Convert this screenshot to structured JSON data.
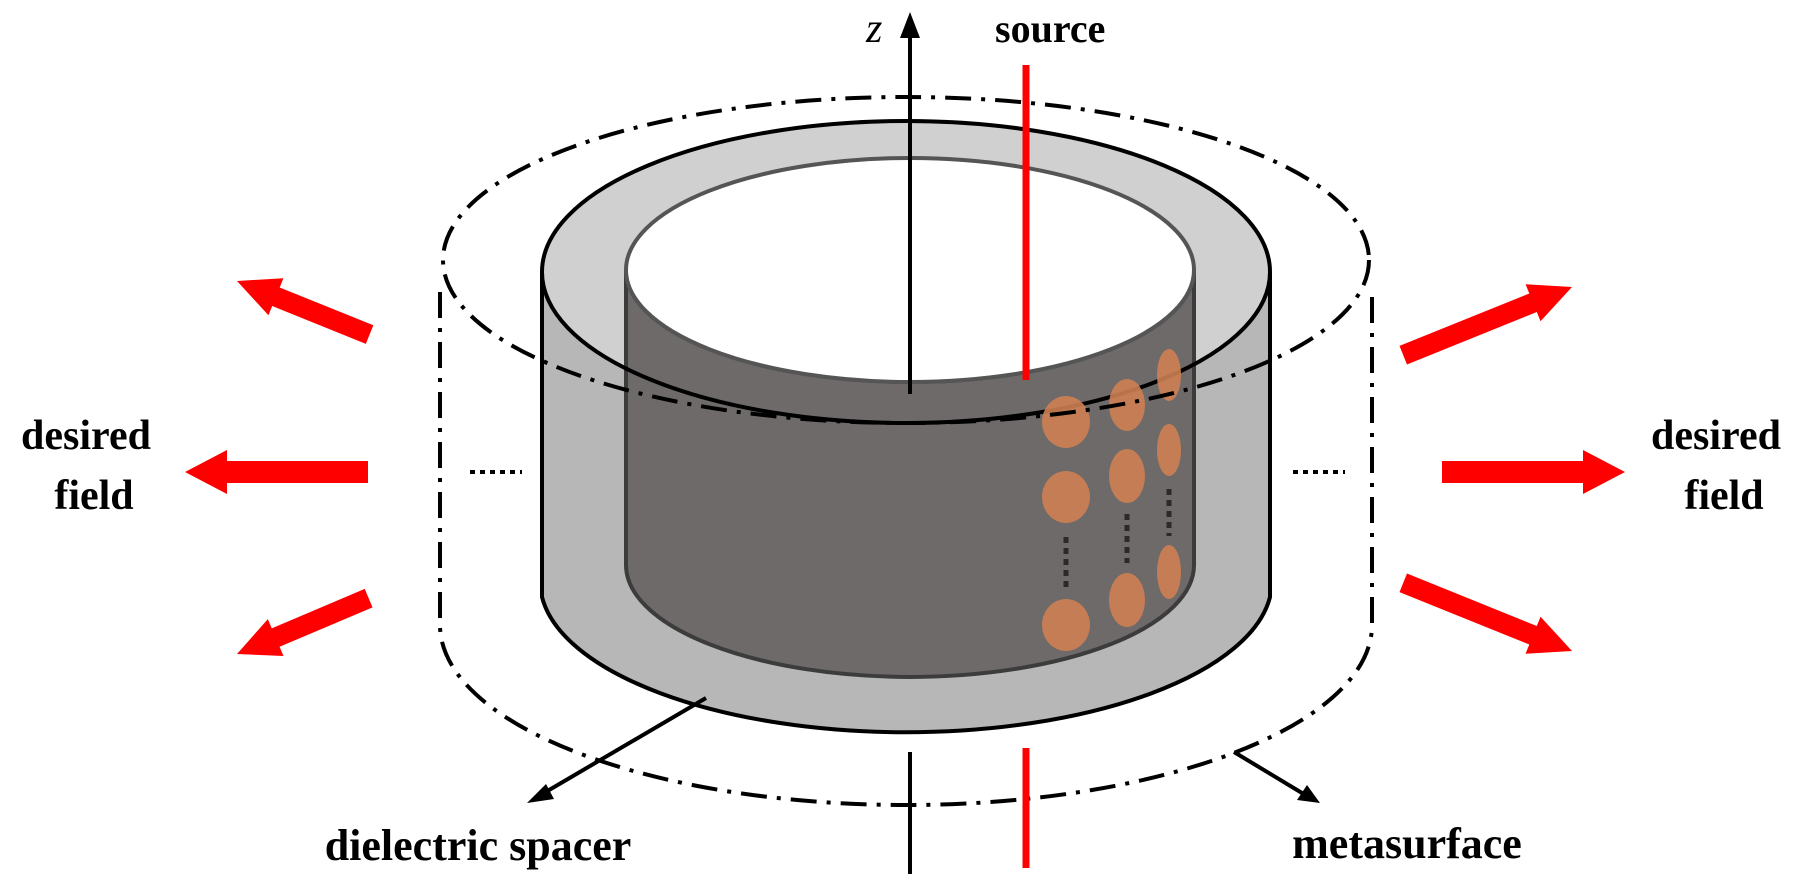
{
  "labels": {
    "axis": "z",
    "source": "source",
    "left_field_line1": "desired",
    "left_field_line2": "field",
    "right_field_line1": "desired",
    "right_field_line2": "field",
    "spacer": "dielectric spacer",
    "metasurface": "metasurface"
  },
  "colors": {
    "arrow": "#ff0000",
    "source_line": "#ff0000",
    "outer_body": "#b7b7b7",
    "outer_top_ring": "#d0d0d0",
    "inner_wall": "#6d6a69",
    "element": "#cd7f52"
  }
}
